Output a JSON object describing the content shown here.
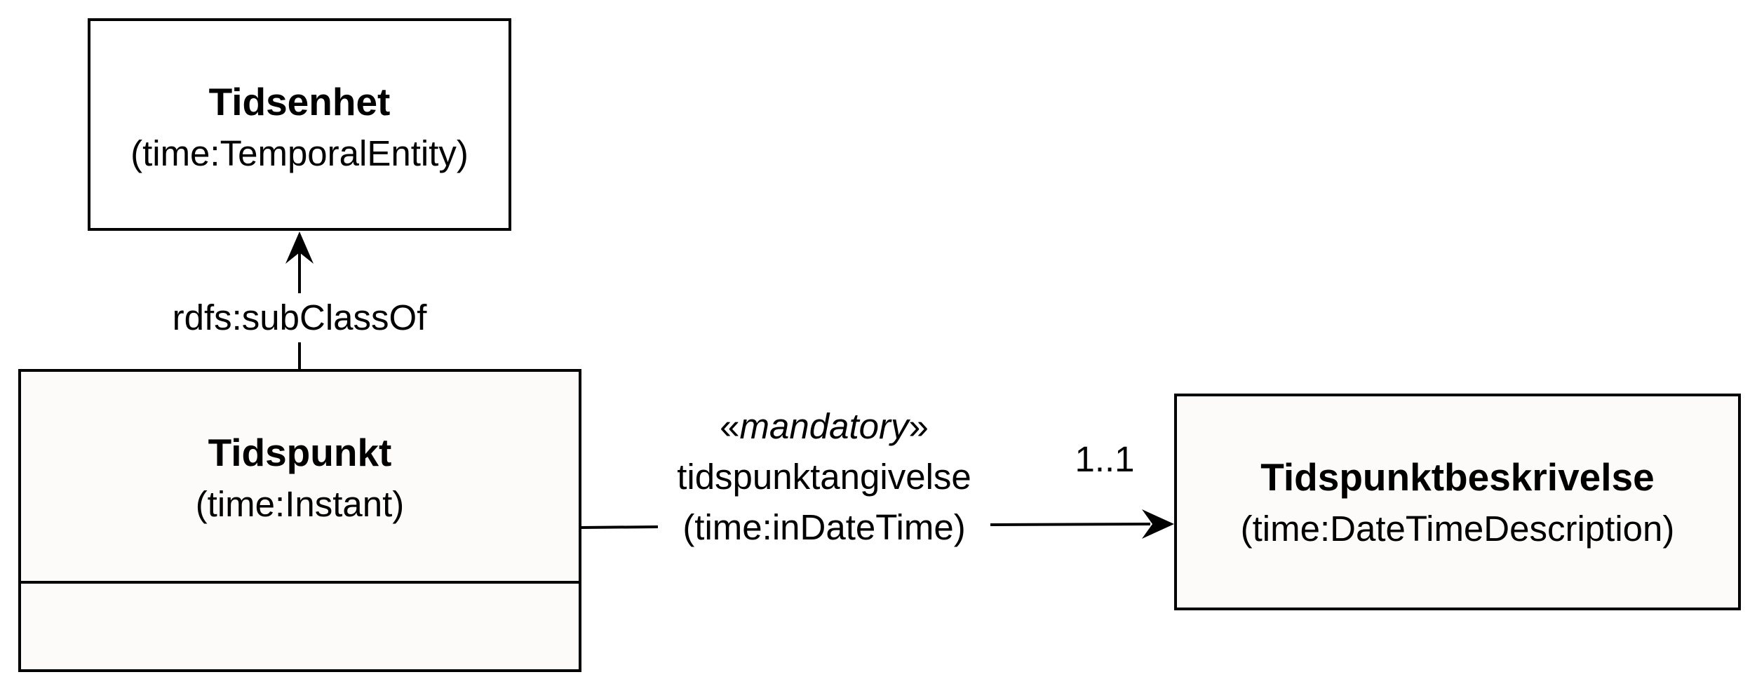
{
  "classes": {
    "tidsenhet": {
      "name": "Tidsenhet",
      "uri": "(time:TemporalEntity)"
    },
    "tidspunkt": {
      "name": "Tidspunkt",
      "uri": "(time:Instant)"
    },
    "tidspunktbeskrivelse": {
      "name": "Tidspunktbeskrivelse",
      "uri": "(time:DateTimeDescription)"
    }
  },
  "relations": {
    "subclass": {
      "label": "rdfs:subClassOf"
    },
    "association": {
      "stereotype_open": "«",
      "stereotype": "mandatory",
      "stereotype_close": "»",
      "name": "tidspunktangivelse",
      "uri": "(time:inDateTime)",
      "multiplicity": "1..1"
    }
  },
  "colors": {
    "line": "#000000",
    "class_fill_white": "#ffffff",
    "class_fill_tinted": "#fcfbf9"
  }
}
